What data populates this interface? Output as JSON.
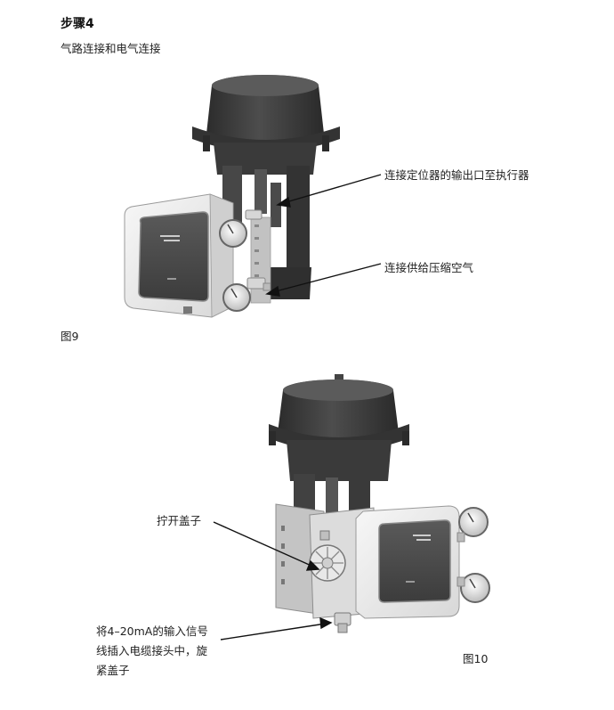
{
  "step": {
    "title": "步骤4",
    "subtitle": "气路连接和电气连接"
  },
  "figure9": {
    "callout_output": "连接定位器的输出口至执行器",
    "callout_supply": "连接供给压缩空气",
    "caption": "图9"
  },
  "figure10": {
    "callout_cover": "拧开盖子",
    "callout_signal_line1": "将4–20mA的输入信号",
    "callout_signal_line2": "线插入电缆接头中，旋",
    "callout_signal_line3": "紧盖子",
    "caption": "图10"
  },
  "colors": {
    "actuator": "#3d3d3d",
    "actuator_dark": "#2a2a2a",
    "housing": "#e6e6e6",
    "display": "#4a4a4a",
    "bracket": "#b9b9b9"
  }
}
